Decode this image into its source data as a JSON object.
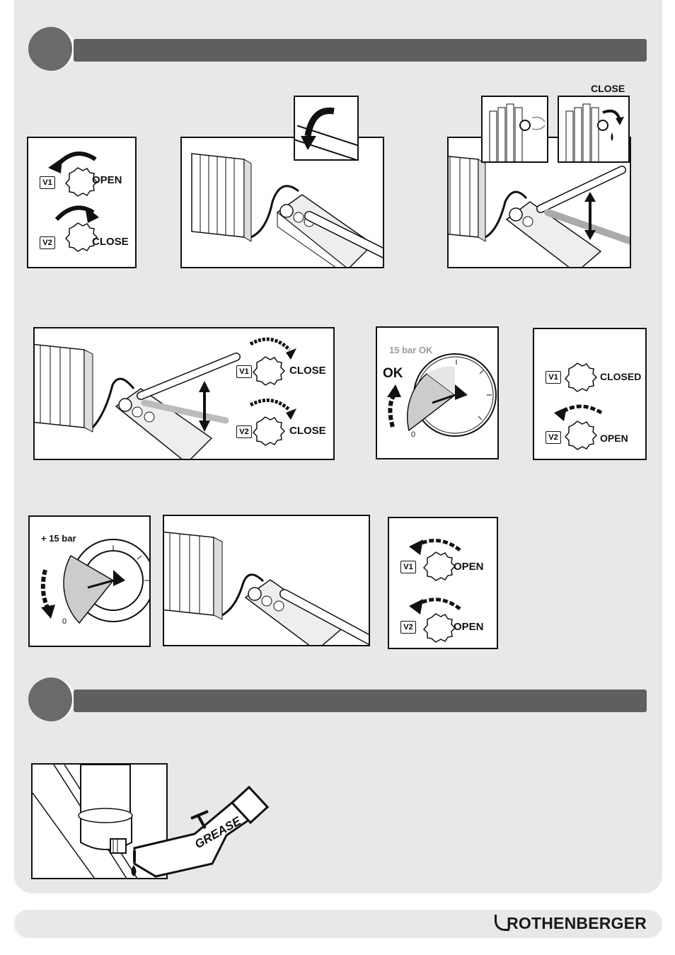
{
  "steps": {
    "valves_1": {
      "v1": "V1",
      "v1_state": "OPEN",
      "v2": "V2",
      "v2_state": "CLOSE"
    },
    "vent": {
      "label": "CLOSE"
    },
    "valves_2": {
      "v1": "V1",
      "v1_state": "CLOSE",
      "v2": "V2",
      "v2_state": "CLOSE"
    },
    "gauge_ok": {
      "caption": "15 bar OK",
      "ok": "OK",
      "zero": "0"
    },
    "valves_3": {
      "v1": "V1",
      "v1_state": "CLOSED",
      "v2": "V2",
      "v2_state": "OPEN"
    },
    "gauge_plus": {
      "caption": "+ 15 bar",
      "zero": "0"
    },
    "valves_4": {
      "v1": "V1",
      "v1_state": "OPEN",
      "v2": "V2",
      "v2_state": "OPEN"
    }
  },
  "maintenance": {
    "grease_label": "GREASE"
  },
  "footer": {
    "brand": "ROTHENBERGER"
  },
  "icons": [
    "rotate-ccw-arrow-icon",
    "rotate-cw-arrow-icon",
    "valve-knob-icon",
    "pressure-gauge-icon",
    "radiator-icon",
    "test-pump-icon",
    "grease-gun-icon"
  ]
}
